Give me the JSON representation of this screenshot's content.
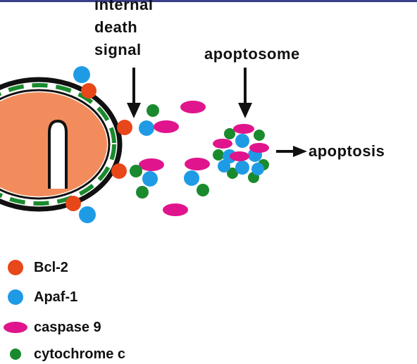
{
  "labels": {
    "signal_lines": [
      "internal",
      "death",
      "signal"
    ],
    "apoptosome": "apoptosome",
    "apoptosis": "apoptosis"
  },
  "colors": {
    "bcl2": "#e8471a",
    "apaf1": "#1f9be6",
    "caspase9": "#e0148c",
    "cytochrome_c": "#1a8a2e",
    "mitochondrion": "#f28c5c",
    "membrane_dark": "#111111",
    "membrane_green": "#1a8a2e",
    "top_bar": "#3a3f8a"
  },
  "legend": [
    {
      "label": "Bcl-2",
      "icon": "bcl-2-dot",
      "key": "bcl2"
    },
    {
      "label": "Apaf-1",
      "icon": "apaf-1-dot",
      "key": "apaf1"
    },
    {
      "label": "caspase 9",
      "icon": "caspase-9-oval",
      "key": "caspase9"
    },
    {
      "label": "cytochrome c",
      "icon": "cytochrome-c-dot",
      "key": "cytochrome_c"
    }
  ]
}
